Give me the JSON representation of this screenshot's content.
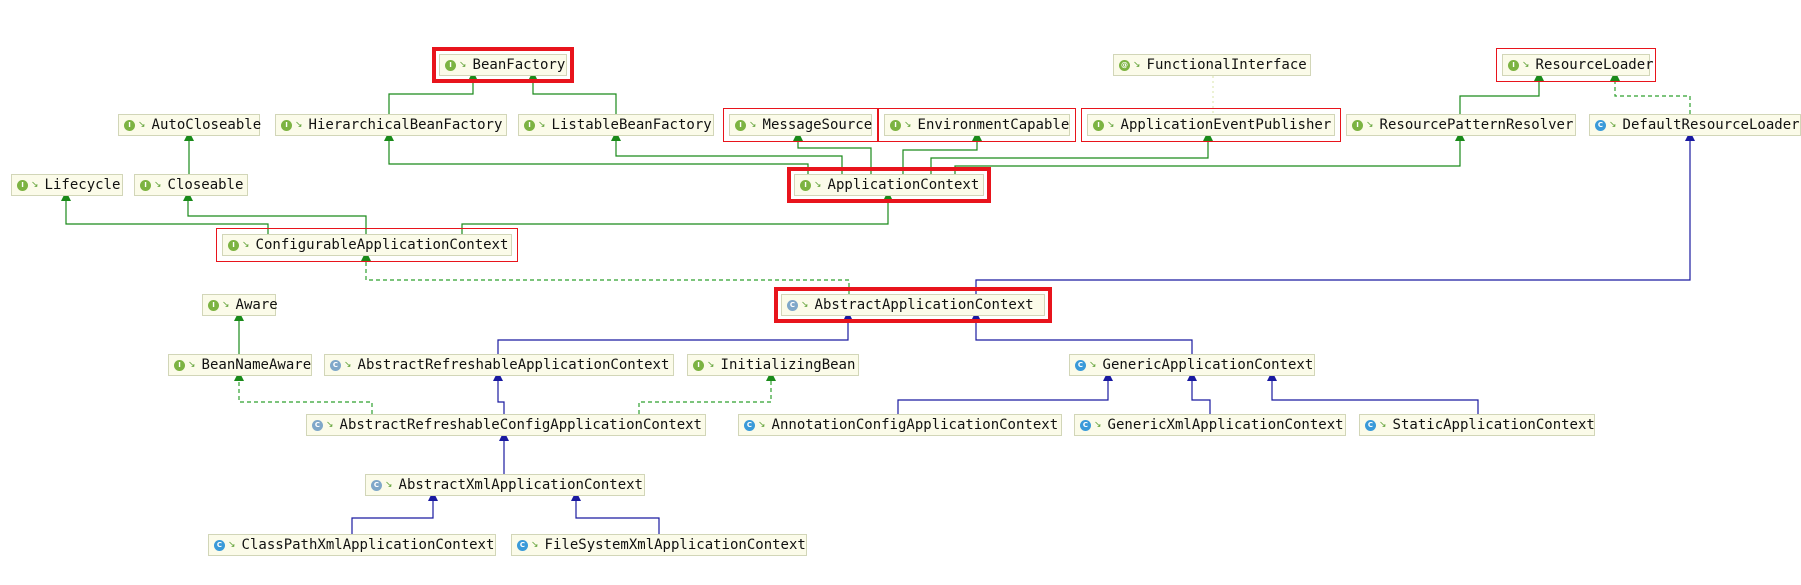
{
  "colors": {
    "extends_interface": "#1a8a1a",
    "extends_class": "#1a1aa0",
    "implements_class": "#2ea02e",
    "highlight": "#e8141c"
  },
  "nodes": {
    "bean_factory": {
      "label": "BeanFactory",
      "kind": "interface"
    },
    "functional_interface": {
      "label": "FunctionalInterface",
      "kind": "annotation"
    },
    "resource_loader": {
      "label": "ResourceLoader",
      "kind": "interface"
    },
    "auto_closeable": {
      "label": "AutoCloseable",
      "kind": "interface"
    },
    "hierarchical_bean_factory": {
      "label": "HierarchicalBeanFactory",
      "kind": "interface"
    },
    "listable_bean_factory": {
      "label": "ListableBeanFactory",
      "kind": "interface"
    },
    "message_source": {
      "label": "MessageSource",
      "kind": "interface"
    },
    "environment_capable": {
      "label": "EnvironmentCapable",
      "kind": "interface"
    },
    "application_event_publisher": {
      "label": "ApplicationEventPublisher",
      "kind": "interface"
    },
    "resource_pattern_resolver": {
      "label": "ResourcePatternResolver",
      "kind": "interface"
    },
    "default_resource_loader": {
      "label": "DefaultResourceLoader",
      "kind": "class"
    },
    "lifecycle": {
      "label": "Lifecycle",
      "kind": "interface"
    },
    "closeable": {
      "label": "Closeable",
      "kind": "interface"
    },
    "application_context": {
      "label": "ApplicationContext",
      "kind": "interface"
    },
    "configurable_application_context": {
      "label": "ConfigurableApplicationContext",
      "kind": "interface"
    },
    "aware": {
      "label": "Aware",
      "kind": "interface"
    },
    "abstract_application_context": {
      "label": "AbstractApplicationContext",
      "kind": "abstract"
    },
    "bean_name_aware": {
      "label": "BeanNameAware",
      "kind": "interface"
    },
    "abstract_refreshable_application_context": {
      "label": "AbstractRefreshableApplicationContext",
      "kind": "abstract"
    },
    "initializing_bean": {
      "label": "InitializingBean",
      "kind": "interface"
    },
    "generic_application_context": {
      "label": "GenericApplicationContext",
      "kind": "class"
    },
    "abstract_refreshable_config_application_context": {
      "label": "AbstractRefreshableConfigApplicationContext",
      "kind": "abstract"
    },
    "annotation_config_application_context": {
      "label": "AnnotationConfigApplicationContext",
      "kind": "class"
    },
    "generic_xml_application_context": {
      "label": "GenericXmlApplicationContext",
      "kind": "class"
    },
    "static_application_context": {
      "label": "StaticApplicationContext",
      "kind": "class"
    },
    "abstract_xml_application_context": {
      "label": "AbstractXmlApplicationContext",
      "kind": "abstract"
    },
    "class_path_xml_application_context": {
      "label": "ClassPathXmlApplicationContext",
      "kind": "class"
    },
    "file_system_xml_application_context": {
      "label": "FileSystemXmlApplicationContext",
      "kind": "class"
    }
  },
  "highlighted": [
    "bean_factory",
    "resource_loader",
    "message_source",
    "environment_capable",
    "application_event_publisher",
    "application_context",
    "configurable_application_context",
    "abstract_application_context"
  ]
}
